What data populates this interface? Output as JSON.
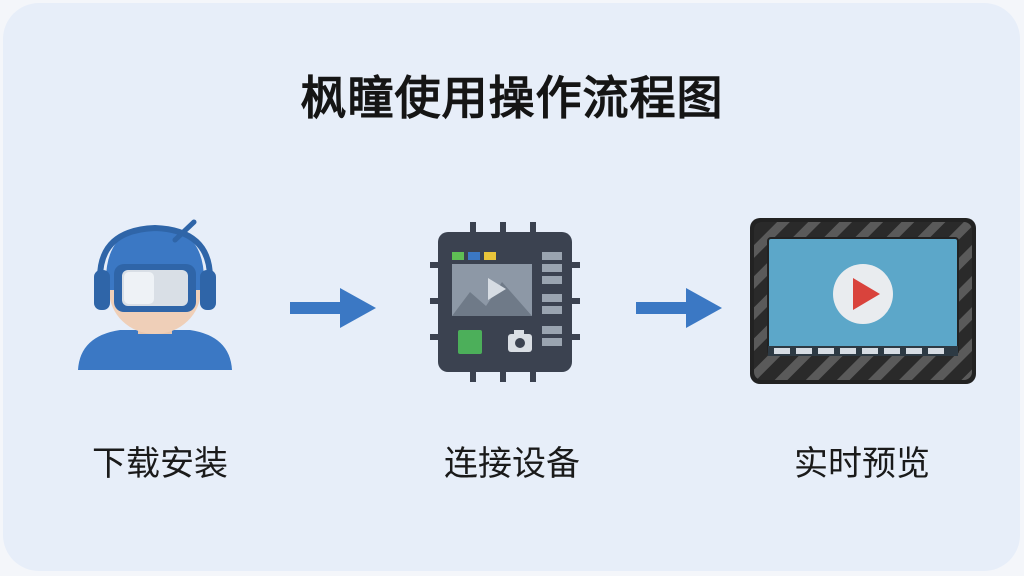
{
  "title": "枫瞳使用操作流程图",
  "steps": [
    {
      "label": "下载安装",
      "icon": "user-headset-icon"
    },
    {
      "label": "连接设备",
      "icon": "device-chip-icon"
    },
    {
      "label": "实时预览",
      "icon": "video-screen-icon"
    }
  ],
  "arrows": [
    "arrow-right-icon",
    "arrow-right-icon"
  ],
  "colors": {
    "background": "#e7eef9",
    "accent_blue": "#3b78c4",
    "chip_dark": "#3b4250",
    "screen_blue": "#5ca7c9",
    "play_red": "#d9433c"
  }
}
